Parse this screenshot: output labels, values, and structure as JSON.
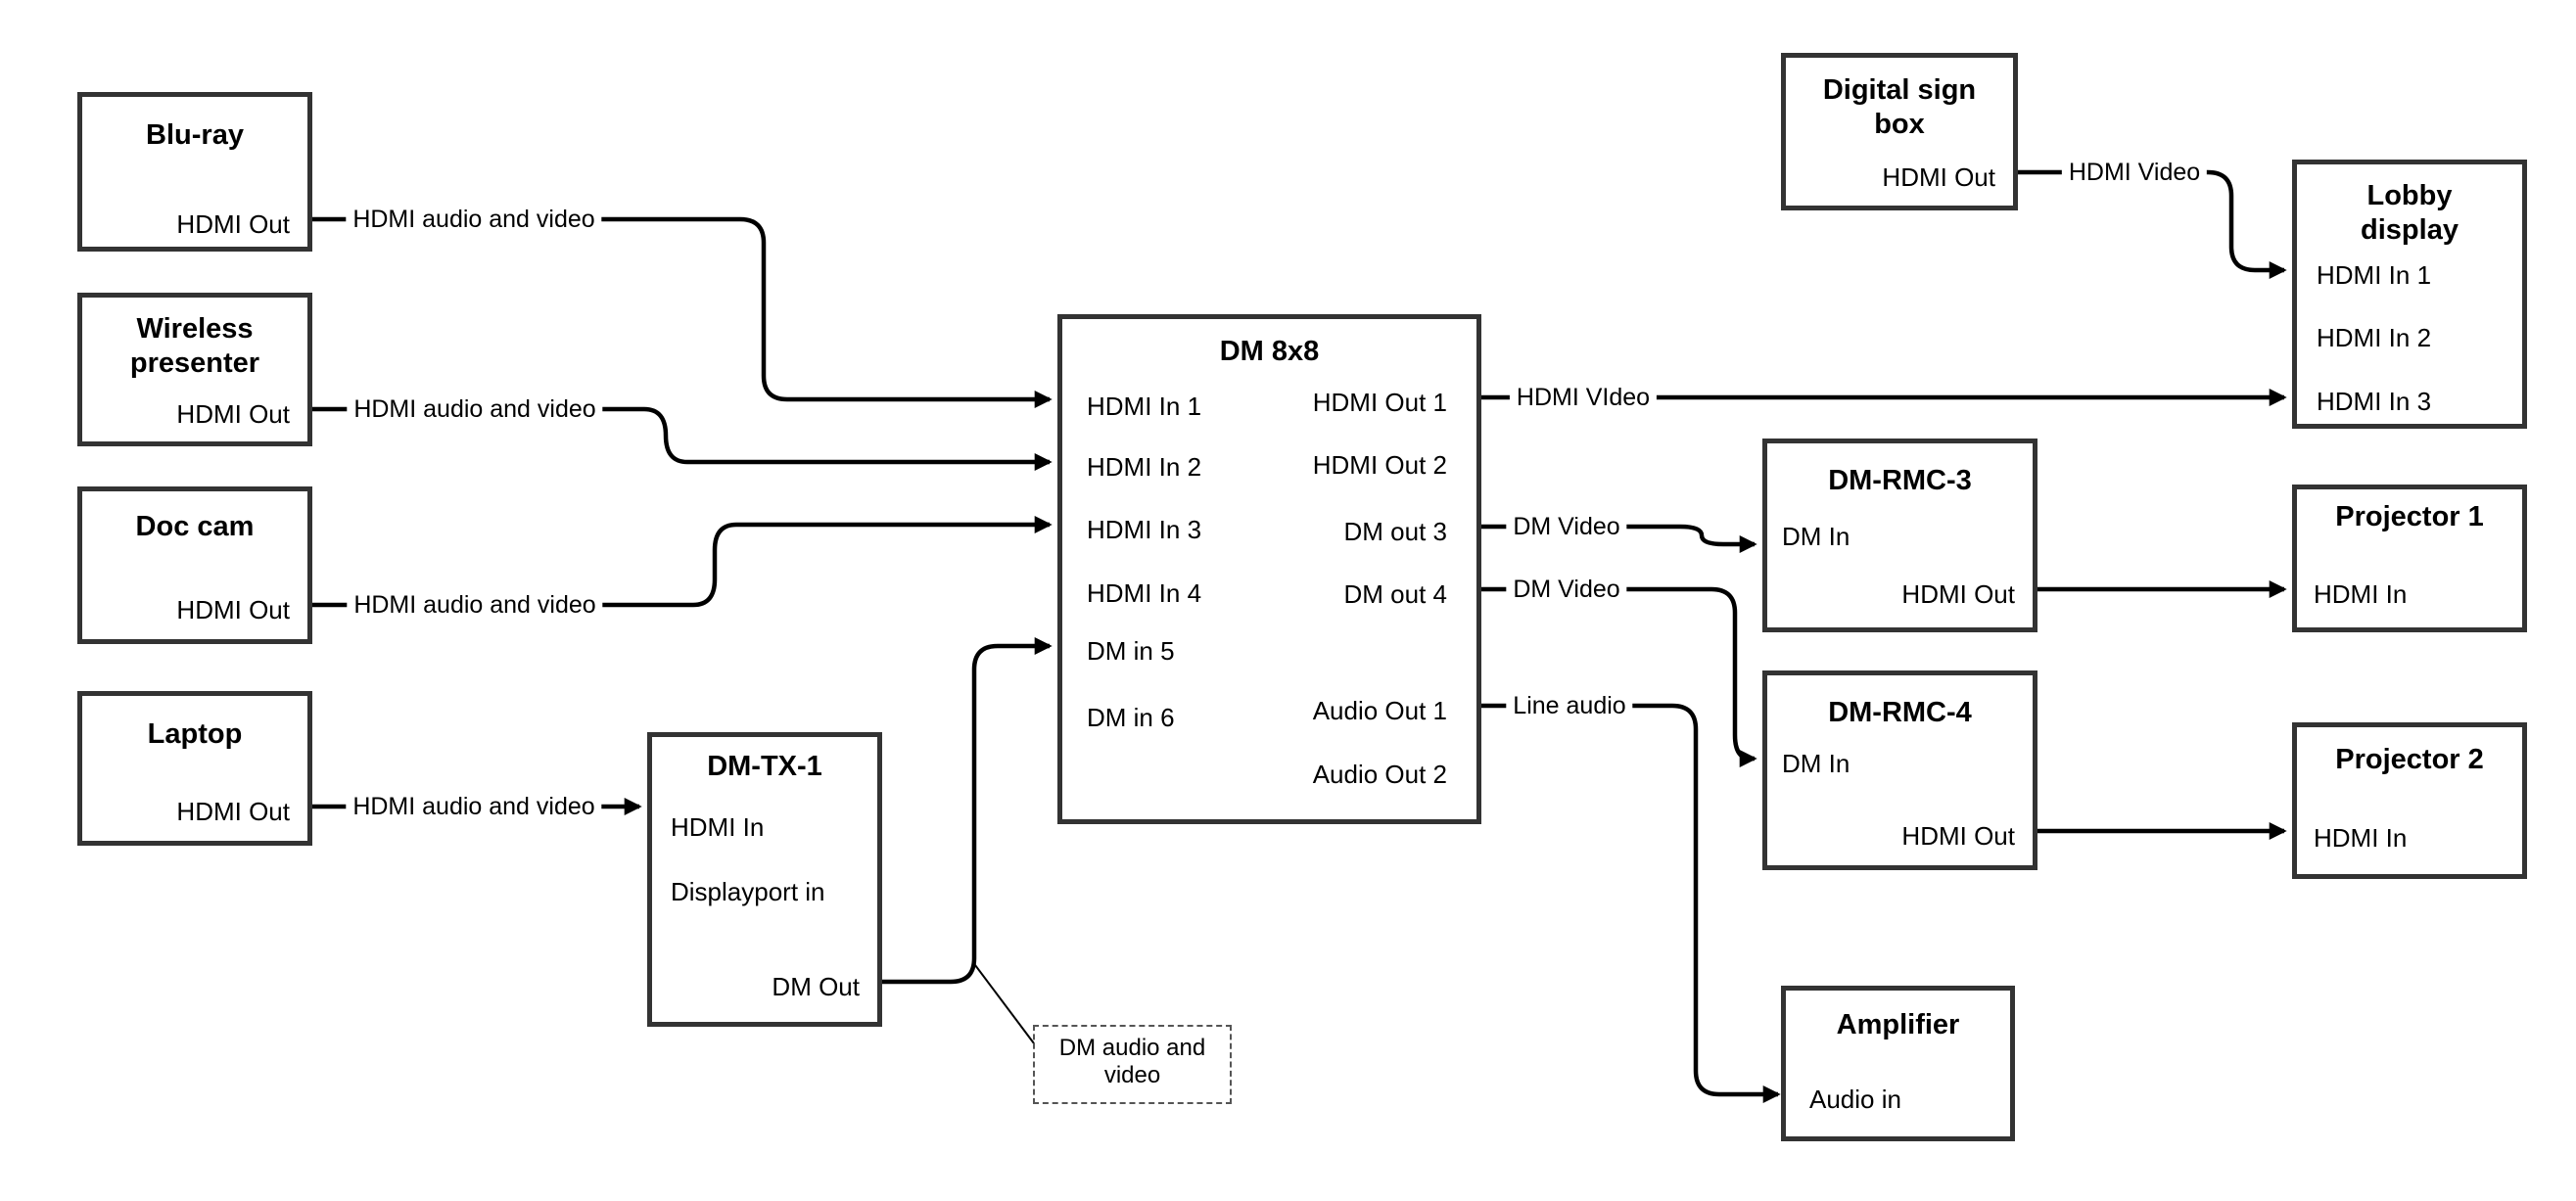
{
  "colors": {
    "background": "#ffffff",
    "box_border": "#333333",
    "wire": "#000000",
    "text": "#000000"
  },
  "boxes": {
    "blu_ray": {
      "title": "Blu-ray",
      "ports": {
        "hdmi_out": "HDMI Out"
      }
    },
    "wireless_presenter": {
      "title": "Wireless presenter",
      "ports": {
        "hdmi_out": "HDMI Out"
      }
    },
    "doc_cam": {
      "title": "Doc cam",
      "ports": {
        "hdmi_out": "HDMI Out"
      }
    },
    "laptop": {
      "title": "Laptop",
      "ports": {
        "hdmi_out": "HDMI Out"
      }
    },
    "dm_tx_1": {
      "title": "DM-TX-1",
      "ports": {
        "hdmi_in": "HDMI In",
        "displayport_in": "Displayport in",
        "dm_out": "DM Out"
      }
    },
    "dm_8x8": {
      "title": "DM 8x8",
      "ports_left": [
        "HDMI In 1",
        "HDMI In 2",
        "HDMI In 3",
        "HDMI In 4",
        "DM in 5",
        "DM in 6"
      ],
      "ports_right": [
        "HDMI Out 1",
        "HDMI Out 2",
        "DM out 3",
        "DM out 4",
        "Audio Out 1",
        "Audio Out 2"
      ]
    },
    "digital_sign_box": {
      "title": "Digital sign box",
      "ports": {
        "hdmi_out": "HDMI Out"
      }
    },
    "lobby_display": {
      "title": "Lobby display",
      "ports_left": [
        "HDMI In 1",
        "HDMI In 2",
        "HDMI In 3"
      ]
    },
    "dm_rmc_3": {
      "title": "DM-RMC-3",
      "ports": {
        "dm_in": "DM In",
        "hdmi_out": "HDMI Out"
      }
    },
    "projector_1": {
      "title": "Projector 1",
      "ports": {
        "hdmi_in": "HDMI In"
      }
    },
    "dm_rmc_4": {
      "title": "DM-RMC-4",
      "ports": {
        "dm_in": "DM In",
        "hdmi_out": "HDMI Out"
      }
    },
    "projector_2": {
      "title": "Projector 2",
      "ports": {
        "hdmi_in": "HDMI In"
      }
    },
    "amplifier": {
      "title": "Amplifier",
      "ports": {
        "audio_in": "Audio in"
      }
    }
  },
  "link_labels": [
    {
      "label": "HDMI audio and video"
    },
    {
      "label": "HDMI audio and video"
    },
    {
      "label": "HDMI audio and video"
    },
    {
      "label": "HDMI audio and video"
    },
    {
      "label": "HDMI VIdeo"
    },
    {
      "label": "DM Video"
    },
    {
      "label": "DM Video"
    },
    {
      "label": "Line audio"
    },
    {
      "label": "HDMI Video"
    }
  ],
  "note": {
    "text": "DM audio and video"
  }
}
